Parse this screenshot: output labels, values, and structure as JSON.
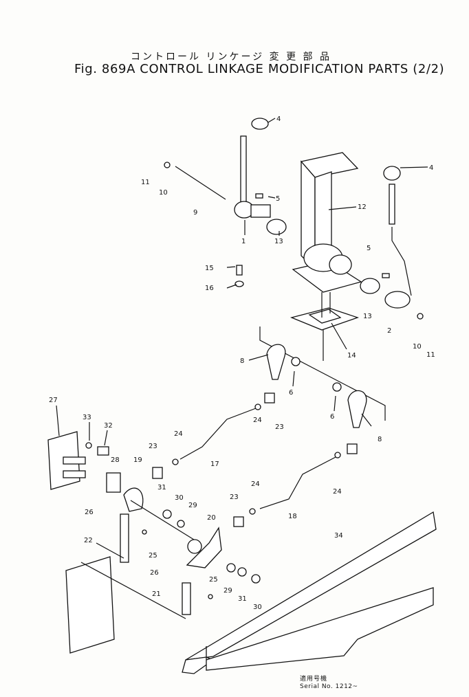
{
  "title_japanese": "コントロール リンケージ 変 更 部 品",
  "title": "Fig. 869A CONTROL LINKAGE MODIFICATION PARTS (2/2)",
  "serial_japanese": "適用号機",
  "serial": "Serial No. 1212~",
  "callouts": [
    "4",
    "4",
    "11",
    "10",
    "9",
    "5",
    "12",
    "1",
    "13",
    "15",
    "16",
    "5",
    "13",
    "2",
    "10",
    "11",
    "14",
    "8",
    "6",
    "6",
    "8",
    "27",
    "33",
    "32",
    "28",
    "19",
    "24",
    "23",
    "24",
    "17",
    "23",
    "31",
    "30",
    "29",
    "23",
    "24",
    "18",
    "24",
    "20",
    "26",
    "22",
    "25",
    "26",
    "21",
    "25",
    "29",
    "31",
    "30",
    "34"
  ]
}
